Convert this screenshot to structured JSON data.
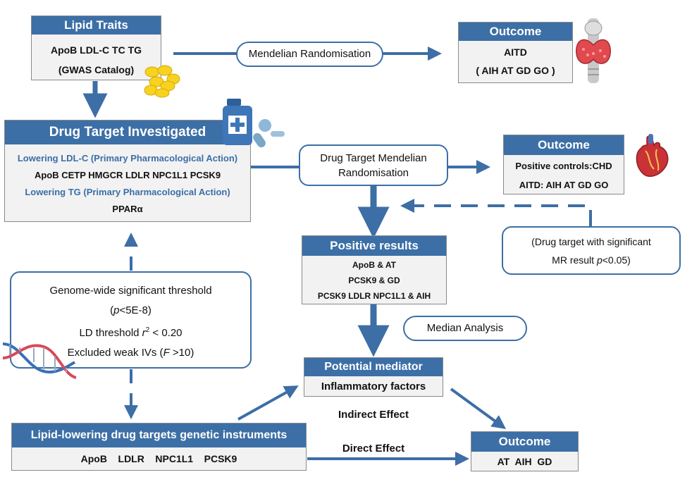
{
  "lipid_traits": {
    "title": "Lipid Traits",
    "line1": "ApoB  LDL-C  TC  TG",
    "line2": "(GWAS Catalog)"
  },
  "mendelian": {
    "label": "Mendelian Randomisation"
  },
  "outcome_top": {
    "title": "Outcome",
    "line1": "AITD",
    "line2": "( AIH  AT  GD  GO )"
  },
  "drug_target": {
    "title": "Drug Target Investigated",
    "line1": "Lowering LDL-C (Primary Pharmacological Action)",
    "line2": "ApoB CETP HMGCR LDLR NPC1L1 PCSK9",
    "line3": "Lowering TG (Primary Pharmacological Action)",
    "line4": "PPARα"
  },
  "drug_target_mr": {
    "line1": "Drug Target Mendelian",
    "line2": "Randomisation"
  },
  "outcome_mid": {
    "title": "Outcome",
    "line1": "Positive controls:CHD",
    "line2": "AITD: AIH AT GD GO"
  },
  "significant_note": {
    "line1": "(Drug target with significant",
    "line2_prefix": "MR result ",
    "line2_p": "p",
    "line2_suffix": "<0.05)"
  },
  "positive_results": {
    "title": "Positive results",
    "line1": "ApoB & AT",
    "line2": "PCSK9 & GD",
    "line3": "PCSK9 LDLR NPC1L1 & AIH"
  },
  "thresholds": {
    "line1": "Genome-wide significant threshold",
    "line2_open": "(",
    "line2_p": "p",
    "line2_rest": "<5E-8)",
    "line3_prefix": "LD threshold ",
    "line3_r": "r",
    "line3_sup": "2",
    "line3_suffix": " < 0.20",
    "line4_prefix": "Excluded weak IVs (",
    "line4_f": "F",
    "line4_suffix": " >10)"
  },
  "median_analysis": {
    "label": "Median Analysis"
  },
  "potential_mediator": {
    "title": "Potential mediator",
    "line1": "Inflammatory factors"
  },
  "indirect_effect": {
    "label": "Indirect Effect"
  },
  "direct_effect": {
    "label": "Direct Effect"
  },
  "instruments": {
    "title": "Lipid-lowering drug targets genetic instruments",
    "line1": "ApoB    LDLR    NPC1L1    PCSK9"
  },
  "outcome_bottom": {
    "title": "Outcome",
    "line1": "AT  AIH  GD"
  },
  "colors": {
    "header_blue": "#3c6fa6",
    "arrow_blue": "#3d6ea6",
    "box_fill": "#f2f2f2",
    "accent_text": "#3b6ea8"
  },
  "icons": [
    "pill-capsule-icon",
    "thyroid-icon",
    "drug-bottle-icon",
    "heart-icon",
    "dna-icon"
  ]
}
